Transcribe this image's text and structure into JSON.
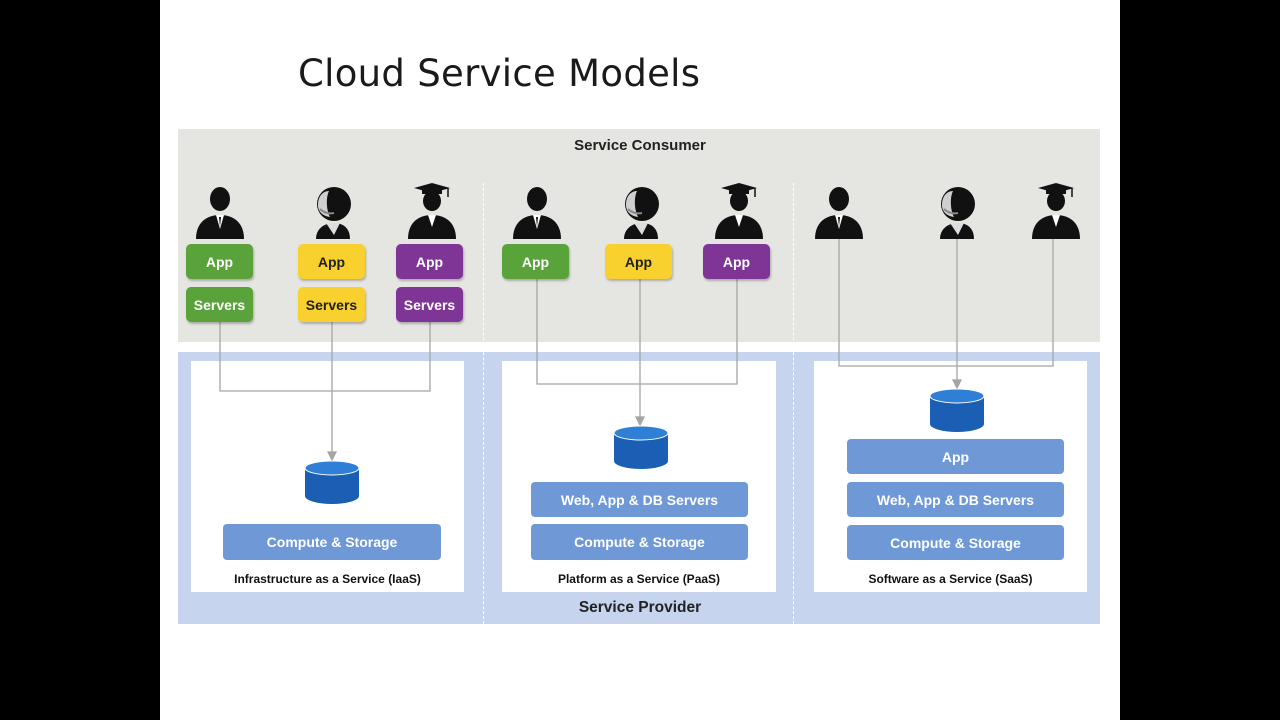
{
  "title": "Cloud Service Models",
  "consumer_label": "Service Consumer",
  "provider_label": "Service Provider",
  "columns": [
    {
      "service_label": "Infrastructure as a Service (IaaS)",
      "apps": [
        {
          "app": "App",
          "servers": "Servers",
          "color": "green"
        },
        {
          "app": "App",
          "servers": "Servers",
          "color": "yellow"
        },
        {
          "app": "App",
          "servers": "Servers",
          "color": "purple"
        }
      ],
      "provider_layers": [
        "Compute & Storage"
      ]
    },
    {
      "service_label": "Platform as a Service (PaaS)",
      "apps": [
        {
          "app": "App",
          "color": "green"
        },
        {
          "app": "App",
          "color": "yellow"
        },
        {
          "app": "App",
          "color": "purple"
        }
      ],
      "provider_layers": [
        "Web, App & DB Servers",
        "Compute & Storage"
      ]
    },
    {
      "service_label": "Software as a Service (SaaS)",
      "apps": [],
      "provider_layers": [
        "App",
        "Web, App & DB Servers",
        "Compute & Storage"
      ]
    }
  ],
  "user_icons": [
    "businessman-icon",
    "support-agent-icon",
    "graduate-icon"
  ],
  "colors": {
    "green": "#5aa33a",
    "yellow": "#f8d12e",
    "purple": "#7f3596",
    "provider_bar": "#6e98d6",
    "database": "#1a5fb4"
  }
}
